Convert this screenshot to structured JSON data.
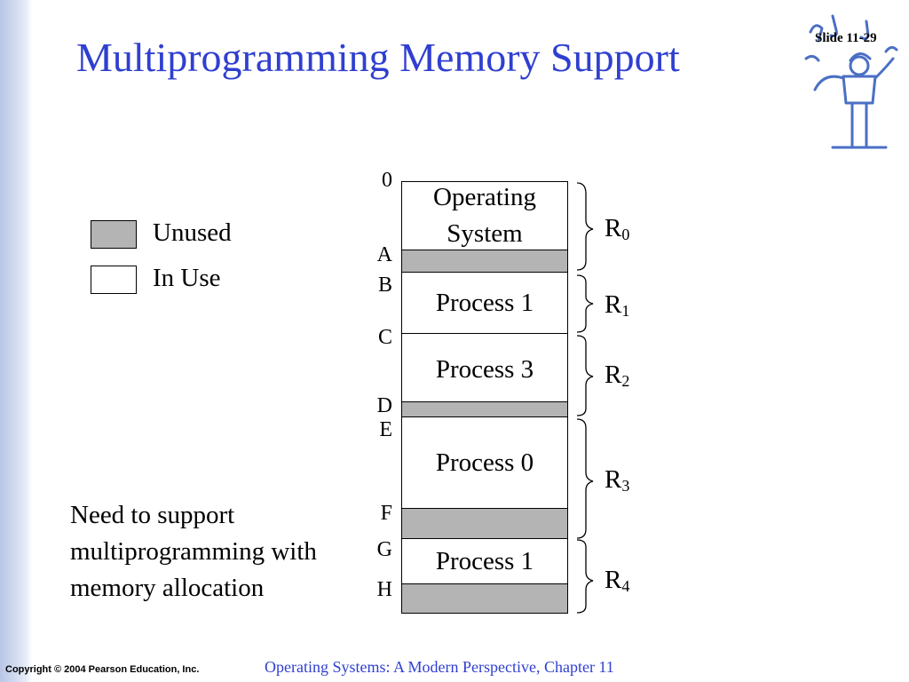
{
  "slide": {
    "title": "Multiprogramming Memory Support",
    "slide_number": "Slide 11-29",
    "copyright": "Copyright © 2004 Pearson Education, Inc.",
    "footer": "Operating Systems: A Modern Perspective, Chapter 11"
  },
  "legend": {
    "unused_label": "Unused",
    "inuse_label": "In Use"
  },
  "colors": {
    "title": "#2f3fd0",
    "unused": "#b4b4b4",
    "in_use": "#ffffff"
  },
  "memory": {
    "blocks": [
      {
        "label_line1": "Operating",
        "label_line2": "System",
        "state": "in_use"
      },
      {
        "label": "",
        "state": "unused"
      },
      {
        "label": "Process 1",
        "state": "in_use"
      },
      {
        "label": "Process 3",
        "state": "in_use"
      },
      {
        "label": "",
        "state": "unused"
      },
      {
        "label": "Process 0",
        "state": "in_use"
      },
      {
        "label": "",
        "state": "unused"
      },
      {
        "label": "Process 1",
        "state": "in_use"
      },
      {
        "label": "",
        "state": "unused"
      }
    ],
    "addresses": [
      "0",
      "A",
      "B",
      "C",
      "D",
      "E",
      "F",
      "G",
      "H"
    ],
    "regions": [
      {
        "letter": "R",
        "index": "0"
      },
      {
        "letter": "R",
        "index": "1"
      },
      {
        "letter": "R",
        "index": "2"
      },
      {
        "letter": "R",
        "index": "3"
      },
      {
        "letter": "R",
        "index": "4"
      }
    ]
  },
  "note": {
    "text": "Need to support multiprogramming with memory allocation"
  }
}
